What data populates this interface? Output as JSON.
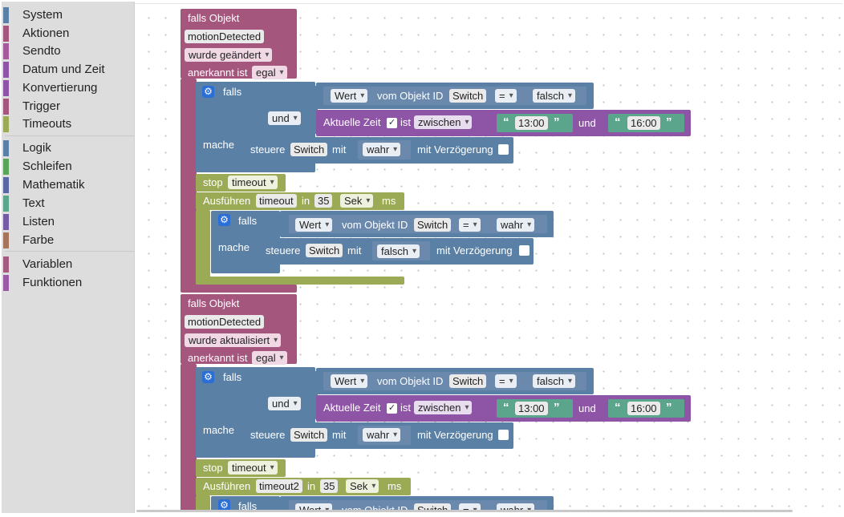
{
  "toolbox": {
    "categories": [
      {
        "label": "System",
        "color": "#5b80a5"
      },
      {
        "label": "Aktionen",
        "color": "#a5567d"
      },
      {
        "label": "Sendto",
        "color": "#a55b99"
      },
      {
        "label": "Datum und Zeit",
        "color": "#8e55a6"
      },
      {
        "label": "Konvertierung",
        "color": "#8e55a6"
      },
      {
        "label": "Trigger",
        "color": "#a5567d"
      },
      {
        "label": "Timeouts",
        "color": "#9bab55"
      },
      {
        "label": "Logik",
        "color": "#5b80a5"
      },
      {
        "label": "Schleifen",
        "color": "#5ba55b"
      },
      {
        "label": "Mathematik",
        "color": "#5b67a5"
      },
      {
        "label": "Text",
        "color": "#5ba58c"
      },
      {
        "label": "Listen",
        "color": "#745ba5"
      },
      {
        "label": "Farbe",
        "color": "#a5745b"
      },
      {
        "label": "Variablen",
        "color": "#a55b80"
      },
      {
        "label": "Funktionen",
        "color": "#995ba5"
      }
    ]
  },
  "block1": {
    "header": "falls Objekt",
    "object": "motionDetected",
    "event": "wurde geändert",
    "ack_label": "anerkannt ist",
    "ack_value": "egal",
    "if_label": "falls",
    "do_label": "mache",
    "cond1": {
      "prop": "Wert",
      "mid": "vom Objekt ID",
      "obj": "Switch",
      "op": "=",
      "val": "falsch"
    },
    "and_label": "und",
    "time": {
      "label": "Aktuelle Zeit",
      "is": "ist",
      "mode": "zwischen",
      "from": "13:00",
      "and": "und",
      "to": "16:00"
    },
    "control": {
      "label": "steuere",
      "obj": "Switch",
      "with": "mit",
      "val": "wahr",
      "delay": "mit Verzögerung"
    },
    "stop": {
      "label": "stop",
      "name": "timeout"
    },
    "run": {
      "label": "Ausführen",
      "name": "timeout",
      "in": "in",
      "num": "35",
      "unit": "Sek",
      "ms": "ms"
    },
    "inner": {
      "if": "falls",
      "prop": "Wert",
      "mid": "vom Objekt ID",
      "obj": "Switch",
      "op": "=",
      "val": "wahr",
      "do": "mache",
      "control": {
        "label": "steuere",
        "obj": "Switch",
        "with": "mit",
        "val": "falsch",
        "delay": "mit Verzögerung"
      }
    }
  },
  "block2": {
    "header": "falls Objekt",
    "object": "motionDetected",
    "event": "wurde aktualisiert",
    "ack_label": "anerkannt ist",
    "ack_value": "egal",
    "if_label": "falls",
    "do_label": "mache",
    "cond1": {
      "prop": "Wert",
      "mid": "vom Objekt ID",
      "obj": "Switch",
      "op": "=",
      "val": "falsch"
    },
    "and_label": "und",
    "time": {
      "label": "Aktuelle Zeit",
      "is": "ist",
      "mode": "zwischen",
      "from": "13:00",
      "and": "und",
      "to": "16:00"
    },
    "control": {
      "label": "steuere",
      "obj": "Switch",
      "with": "mit",
      "val": "wahr",
      "delay": "mit Verzögerung"
    },
    "stop": {
      "label": "stop",
      "name": "timeout"
    },
    "run": {
      "label": "Ausführen",
      "name": "timeout2",
      "in": "in",
      "num": "35",
      "unit": "Sek",
      "ms": "ms"
    },
    "inner": {
      "if": "falls",
      "prop": "Wert",
      "mid": "vom Objekt ID",
      "obj": "Switch",
      "op": "=",
      "val": "wahr"
    }
  }
}
